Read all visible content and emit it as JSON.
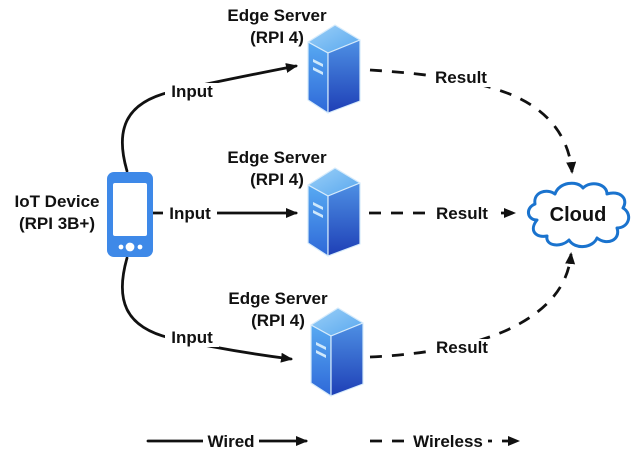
{
  "diagram": {
    "title_implicit": "IoT edge offloading architecture",
    "iot_device": {
      "label_line1": "IoT Device",
      "label_line2": "(RPI 3B+)"
    },
    "edge_servers": [
      {
        "label_line1": "Edge Server",
        "label_line2": "(RPI 4)"
      },
      {
        "label_line1": "Edge Server",
        "label_line2": "(RPI 4)"
      },
      {
        "label_line1": "Edge Server",
        "label_line2": "(RPI 4)"
      }
    ],
    "cloud": {
      "label": "Cloud"
    },
    "connections": {
      "input_labels": [
        "Input",
        "Input",
        "Input"
      ],
      "result_labels": [
        "Result",
        "Result",
        "Result"
      ]
    },
    "legend": {
      "wired_label": "Wired",
      "wireless_label": "Wireless"
    },
    "colors": {
      "phone_blue": "#3E89E8",
      "cloud_stroke": "#1A73CE",
      "server_top_light": "#9BD0F8",
      "server_top_dark": "#58A7EE",
      "server_side_top": "#58AAF2",
      "server_side_bottom": "#2E68D8",
      "server_front_top": "#4E90E4",
      "server_front_bottom": "#1E3FB6",
      "line_color": "#111111"
    }
  }
}
